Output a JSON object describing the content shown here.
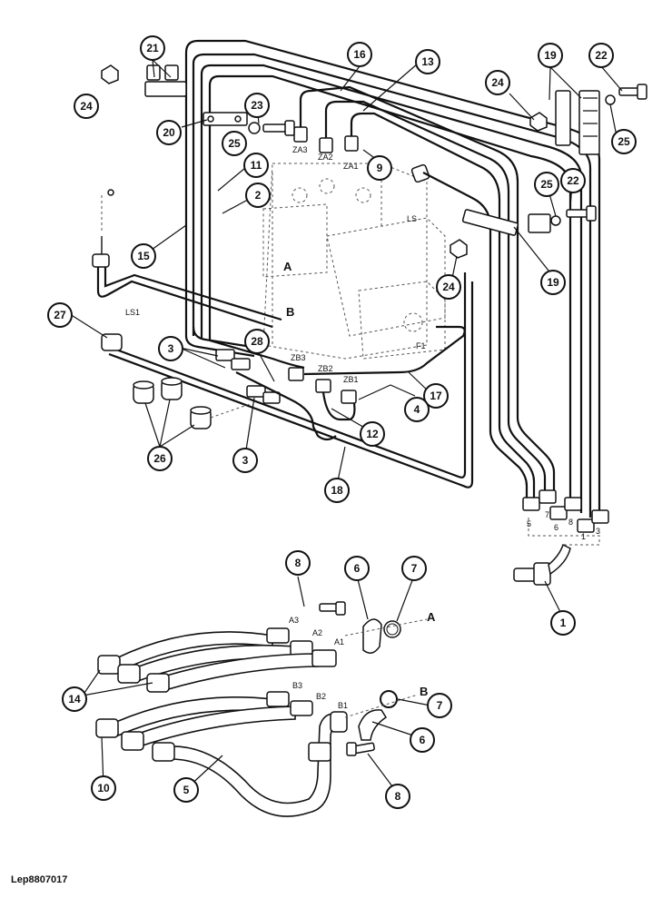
{
  "callouts": {
    "c1": "1",
    "c2": "2",
    "c3a": "3",
    "c3b": "3",
    "c4": "4",
    "c5": "5",
    "c6a": "6",
    "c6b": "6",
    "c7a": "7",
    "c7b": "7",
    "c8a": "8",
    "c8b": "8",
    "c9": "9",
    "c10": "10",
    "c11": "11",
    "c12": "12",
    "c13": "13",
    "c14": "14",
    "c15": "15",
    "c16": "16",
    "c17": "17",
    "c18": "18",
    "c19a": "19",
    "c19b": "19",
    "c20": "20",
    "c21": "21",
    "c22a": "22",
    "c22b": "22",
    "c23": "23",
    "c24a": "24",
    "c24b": "24",
    "c24c": "24",
    "c25a": "25",
    "c25b": "25",
    "c25c": "25",
    "c26": "26",
    "c27": "27",
    "c28": "28"
  },
  "port_labels": {
    "za3": "ZA3",
    "za2": "ZA2",
    "za1": "ZA1",
    "zb3": "ZB3",
    "zb2": "ZB2",
    "zb1": "ZB1",
    "ls": "LS",
    "ls1": "LS1",
    "f1": "F1",
    "a": "A",
    "b": "B"
  },
  "hose_labels": {
    "a3": "A3",
    "a2": "A2",
    "a1": "A1",
    "b3": "B3",
    "b2": "B2",
    "b1": "B1"
  },
  "detail_labels": {
    "a": "A",
    "b": "B"
  },
  "manifold_numbers": [
    "5",
    "7",
    "6",
    "8",
    "1",
    "3"
  ],
  "reference": "Lep8807017"
}
